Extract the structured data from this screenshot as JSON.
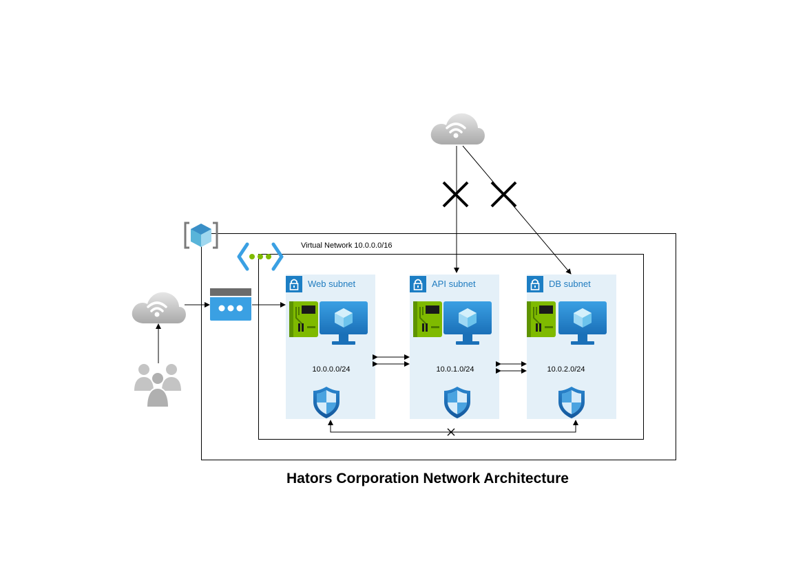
{
  "diagram": {
    "title": "Hators Corporation Network Architecture",
    "vnet_label": "Virtual Network 10.0.0.0/16",
    "subnets": [
      {
        "name": "Web subnet",
        "cidr": "10.0.0.0/24"
      },
      {
        "name": "API subnet",
        "cidr": "10.0.1.0/24"
      },
      {
        "name": "DB subnet",
        "cidr": "10.0.2.0/24"
      }
    ],
    "icons": {
      "internet_top": "internet-cloud-icon",
      "internet_left": "internet-cloud-icon",
      "users": "users-icon",
      "app_gateway": "application-gateway-icon",
      "resource_group": "resource-group-cube-icon",
      "vnet": "virtual-network-icon",
      "nic": "network-interface-icon",
      "vm": "virtual-machine-icon",
      "nsg": "network-security-group-shield-icon",
      "lock": "lock-icon"
    },
    "colors": {
      "subnet_fill": "#e4f0f8",
      "azure_blue": "#1c7ec4",
      "nic_green": "#7fba00",
      "cloud_gray": "#bdbdbd",
      "vnet_green": "#7fba00"
    }
  }
}
